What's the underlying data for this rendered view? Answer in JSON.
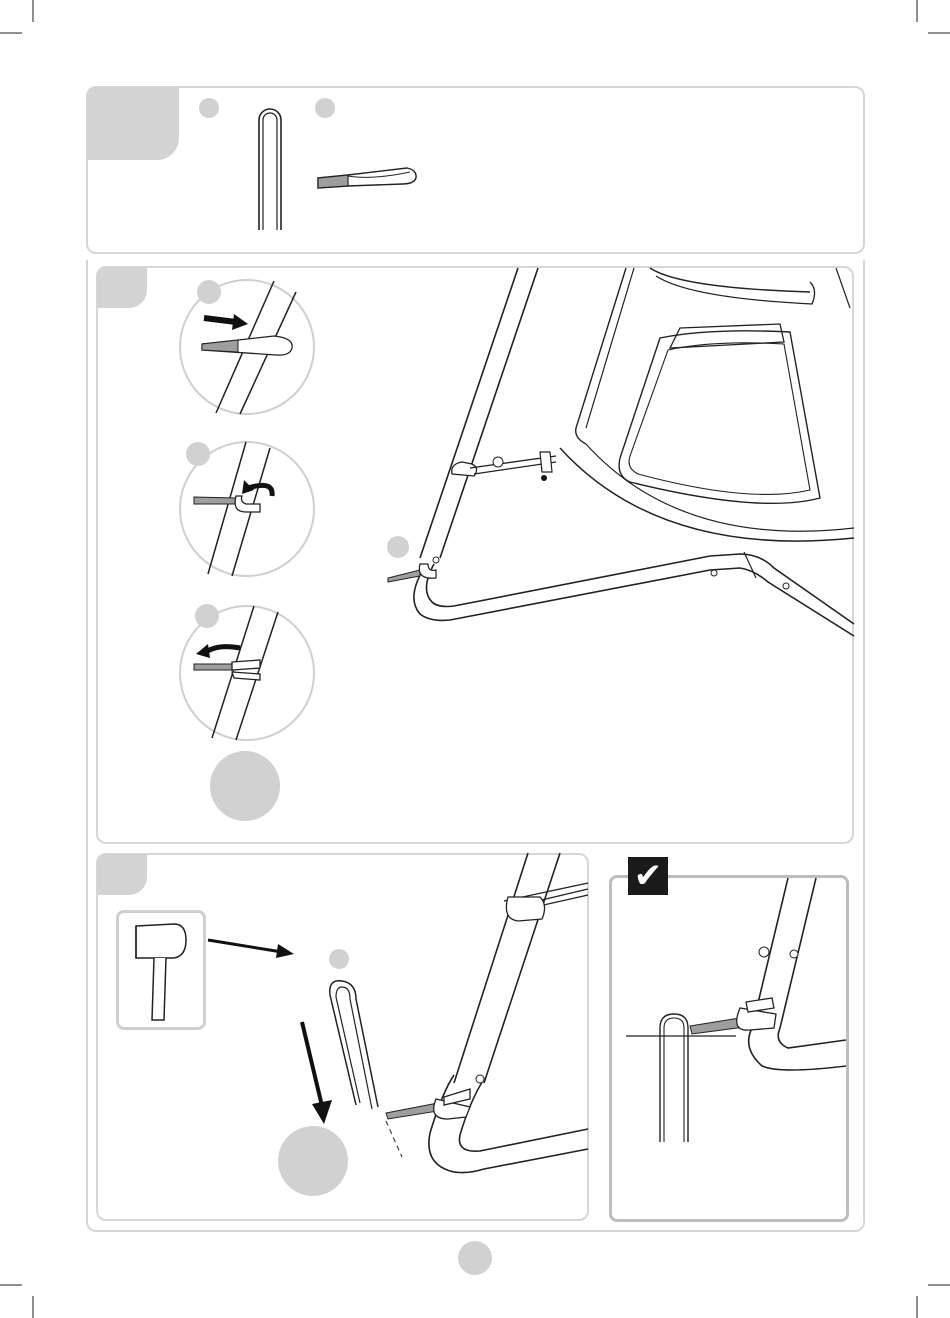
{
  "steps": [
    {
      "id": "parts",
      "number": ""
    },
    {
      "id": "attach",
      "number": ""
    },
    {
      "id": "stake",
      "number": ""
    }
  ],
  "callouts": {
    "part_a": "",
    "part_b": "",
    "sub_1": "",
    "sub_2": "",
    "sub_3": "",
    "frame_mark": "",
    "stake_mark": "",
    "repeat_badge": "",
    "hammer_badge": ""
  },
  "page_number": "",
  "icons": [
    "u-stake-icon",
    "strap-icon",
    "mallet-icon",
    "check-mark-icon",
    "arrow-icon"
  ],
  "colors": {
    "panel_border": "#d6d6d6",
    "tab_fill": "#d3d3d3",
    "line": "#222222",
    "strap_fill": "#9e9e9e"
  }
}
